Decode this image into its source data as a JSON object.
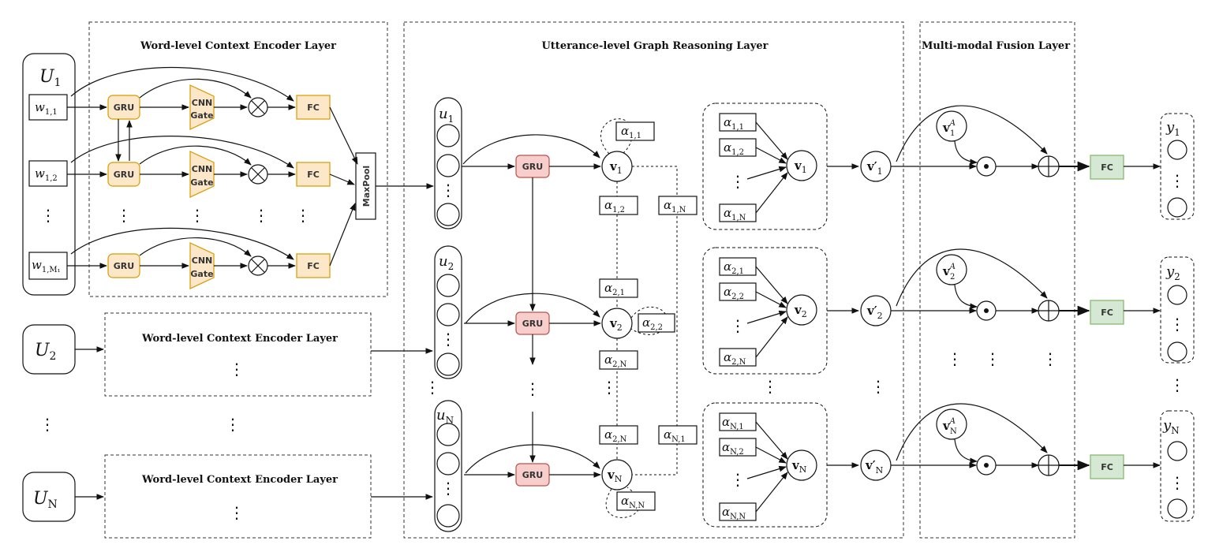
{
  "layers": {
    "word_encoder_title": "Word-level Context Encoder Layer",
    "graph_title": "Utterance-level Graph Reasoning Layer",
    "fusion_title": "Multi-modal Fusion Layer"
  },
  "labels": {
    "gru": "GRU",
    "cnn_line1": "CNN",
    "cnn_line2": "Gate",
    "fc": "FC",
    "maxpool": "MaxPool",
    "ellipsis": "⋮"
  },
  "utterances": [
    {
      "U_main": "U",
      "U_sub": "1"
    },
    {
      "U_main": "U",
      "U_sub": "2"
    },
    {
      "U_main": "U",
      "U_sub": "N"
    }
  ],
  "words": [
    {
      "main": "w",
      "sub": "1,1"
    },
    {
      "main": "w",
      "sub": "1,2"
    },
    {
      "main": "w",
      "sub": "1,M₁"
    }
  ],
  "u_vectors": [
    {
      "main": "u",
      "sub": "1"
    },
    {
      "main": "u",
      "sub": "2"
    },
    {
      "main": "u",
      "sub": "N"
    }
  ],
  "nodes": [
    {
      "main": "v",
      "sub": "1"
    },
    {
      "main": "v",
      "sub": "2"
    },
    {
      "main": "v",
      "sub": "N"
    }
  ],
  "edge_labels": {
    "a11": "1,1",
    "a12": "1,2",
    "a1N": "1,N",
    "a21": "2,1",
    "a22": "2,2",
    "a2N": "2,N",
    "aN1": "N,1",
    "aN2": "N,2",
    "aNN": "N,N"
  },
  "alpha": "α",
  "prime_nodes": [
    {
      "main": "v′",
      "sub": "1"
    },
    {
      "main": "v′",
      "sub": "2"
    },
    {
      "main": "v′",
      "sub": "N"
    }
  ],
  "audio_nodes": [
    {
      "main": "v",
      "sup": "A",
      "sub": "1"
    },
    {
      "main": "v",
      "sup": "A",
      "sub": "2"
    },
    {
      "main": "v",
      "sup": "A",
      "sub": "N"
    }
  ],
  "outputs": [
    {
      "main": "y",
      "sub": "1"
    },
    {
      "main": "y",
      "sub": "2"
    },
    {
      "main": "y",
      "sub": "N"
    }
  ],
  "colors": {
    "gru_orange_fill": "#fde7c9",
    "gru_orange_stroke": "#d79b00",
    "gru_red_fill": "#f8cecc",
    "gru_red_stroke": "#b85450",
    "fc_green_fill": "#d5e8d4",
    "fc_green_stroke": "#82b366"
  }
}
